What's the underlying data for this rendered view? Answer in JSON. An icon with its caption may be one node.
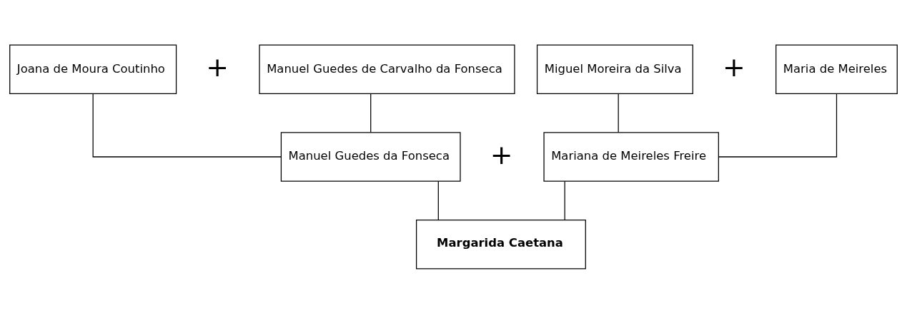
{
  "diagram": {
    "nodes": [
      {
        "text": [
          "Joana de Moura Coutinho"
        ]
      },
      {
        "text": [
          "Manuel Guedes de Carvalho da Fonseca"
        ]
      },
      {
        "text": [
          "Miguel Moreira da Silva"
        ]
      },
      {
        "text": [
          "Maria de Meireles"
        ]
      },
      {
        "text": [
          "Manuel Guedes da Fonseca"
        ]
      },
      {
        "text": [
          "Mariana de Meireles Freire"
        ]
      },
      {
        "text": [
          "Margarida Caetana"
        ]
      }
    ],
    "edges": [
      {
        "from": 0,
        "to": 4,
        "arrow": "none"
      },
      {
        "from": 1,
        "to": 4,
        "arrow": "none"
      },
      {
        "from": 2,
        "to": 5,
        "arrow": "none"
      },
      {
        "from": 3,
        "to": 5,
        "arrow": "none"
      },
      {
        "from": 4,
        "to": 6,
        "arrow": "none"
      },
      {
        "from": 5,
        "to": 6,
        "arrow": "none"
      }
    ],
    "labels": [
      "+",
      "+",
      "+"
    ]
  }
}
